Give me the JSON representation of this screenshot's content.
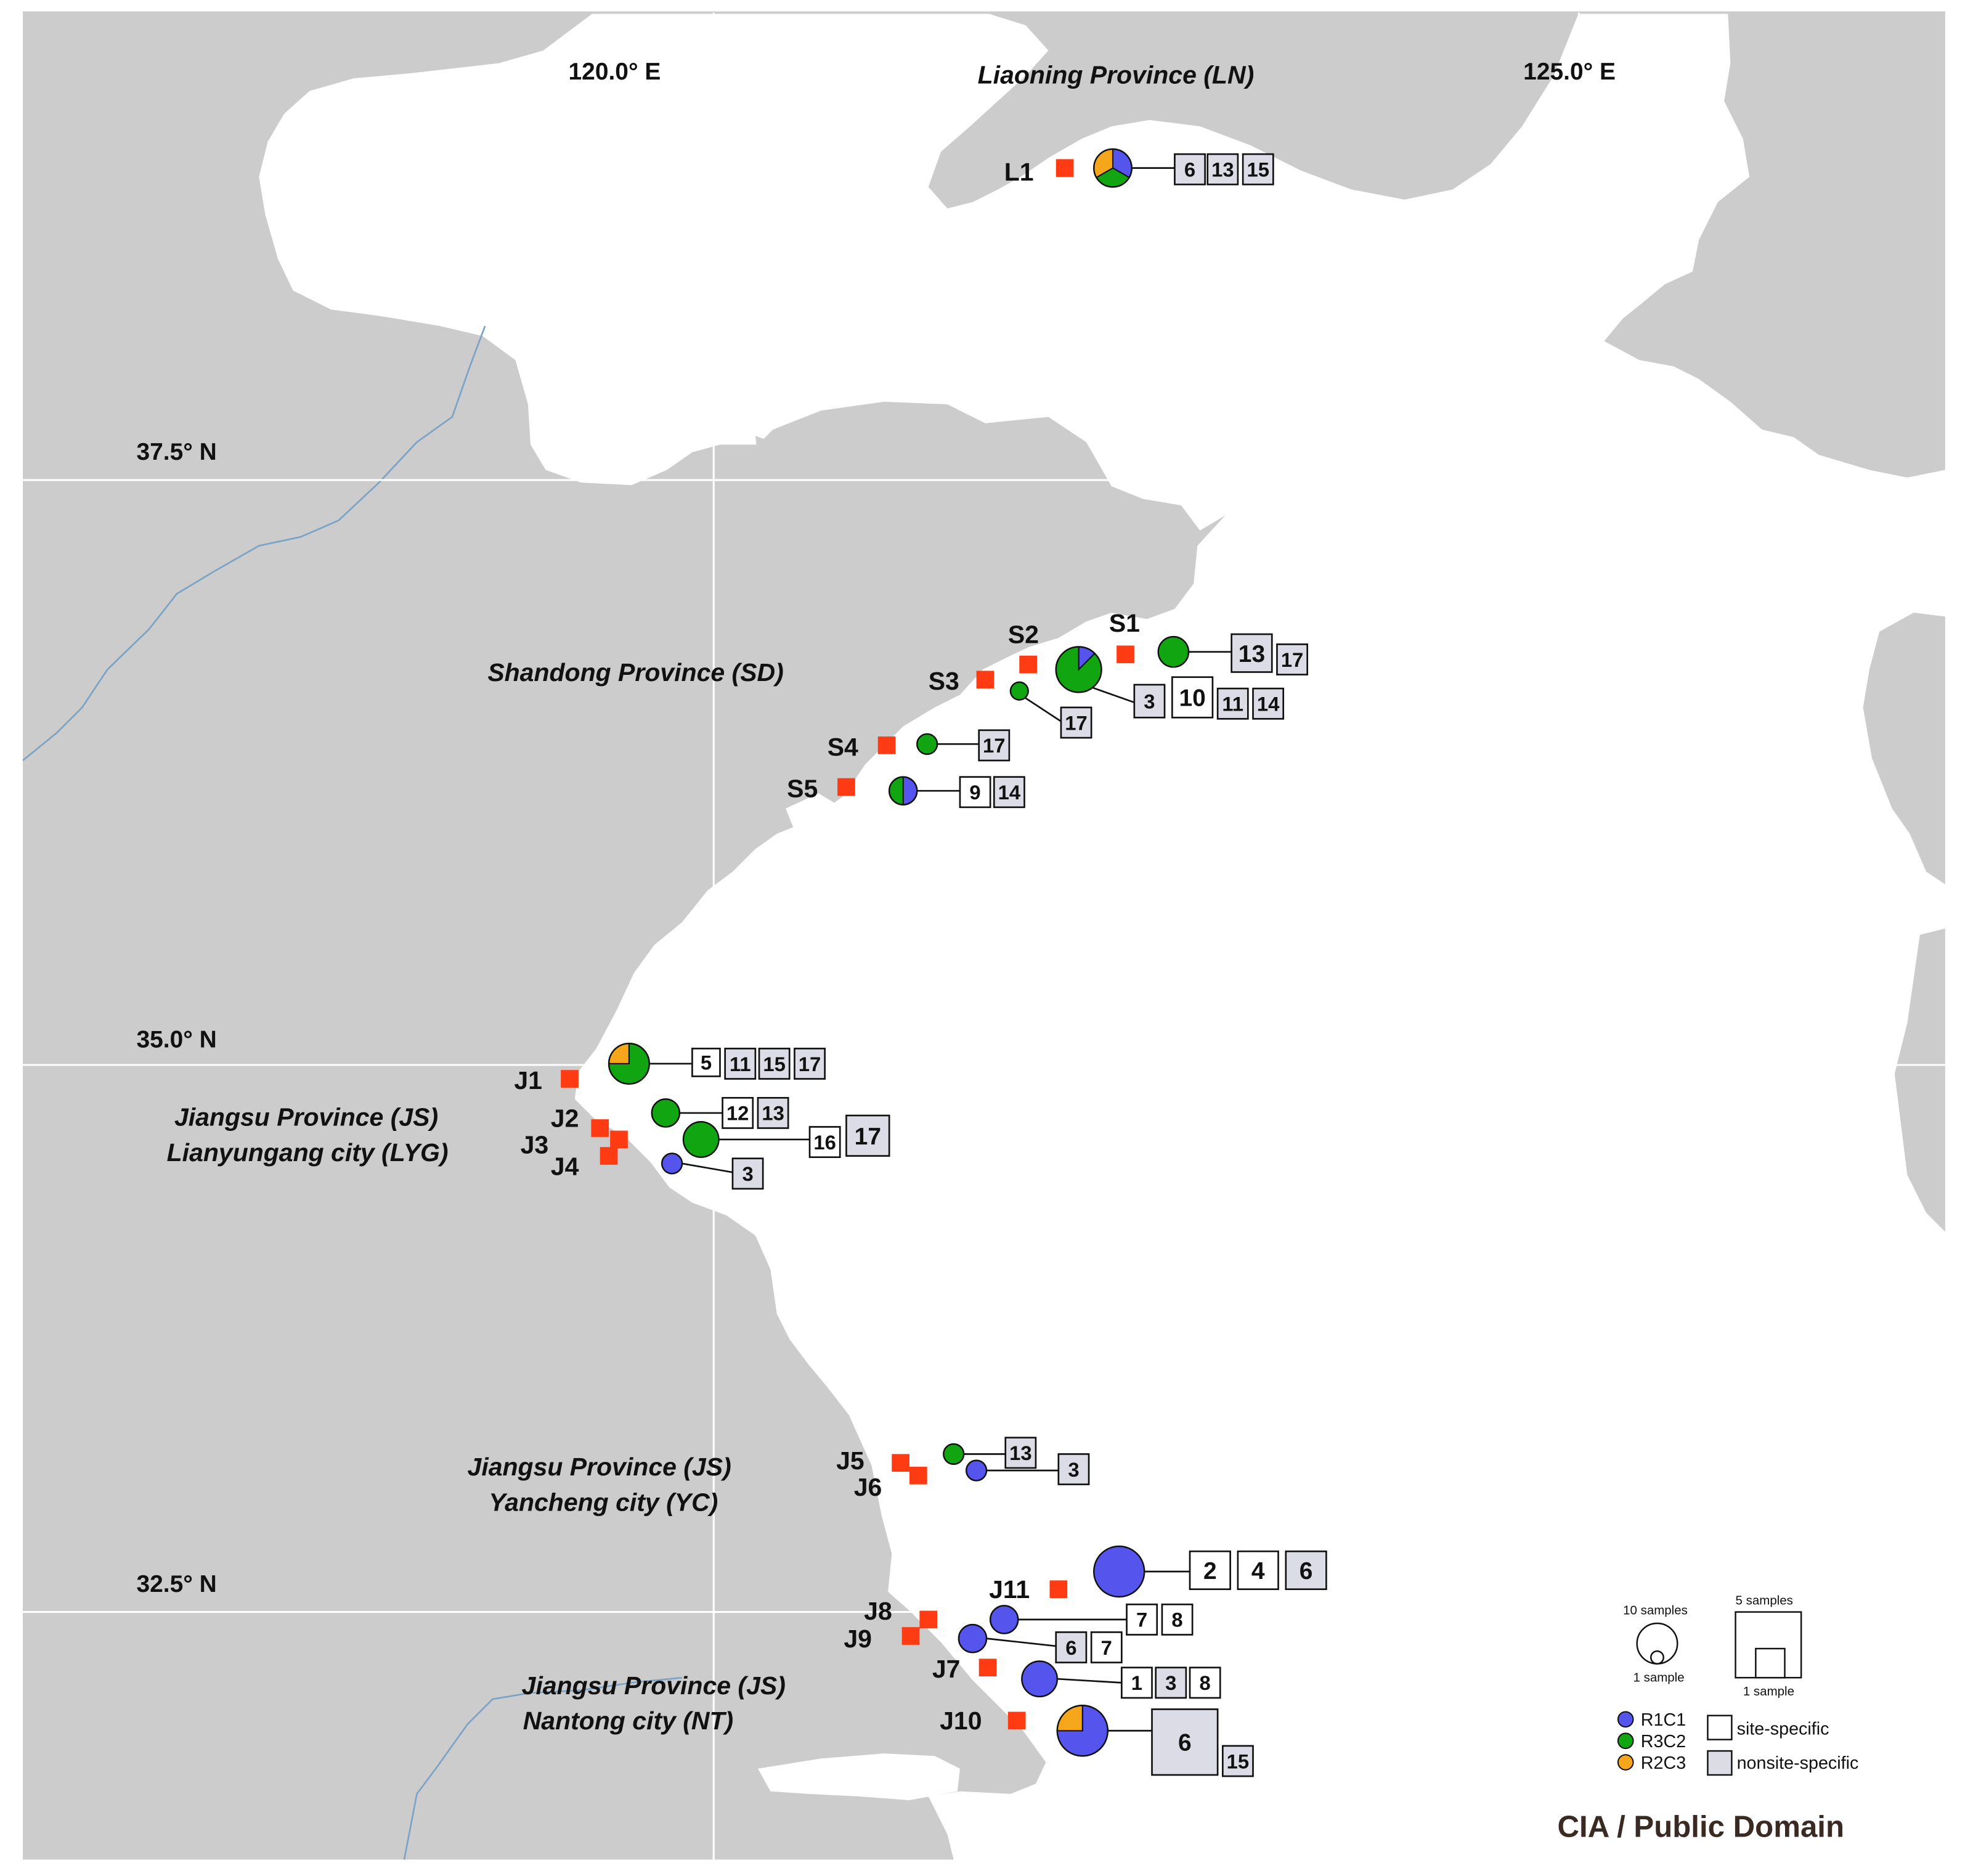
{
  "colors": {
    "land": "#cccccc",
    "sea": "#ffffff",
    "river": "#7aa3c6",
    "grid": "#ffffff",
    "site_marker": "#ff3b14",
    "R1C1": "#5555ee",
    "R3C2": "#11a611",
    "R2C3": "#f5a61a",
    "site_specific_fill": "#ffffff",
    "nonsite_specific_fill": "#dcdce6",
    "text": "#111111",
    "credit_text": "#3a2a24"
  },
  "coordinates": {
    "lon_120": "120.0° E",
    "lon_125": "125.0° E",
    "lat_375": "37.5° N",
    "lat_350": "35.0° N",
    "lat_325": "32.5° N"
  },
  "regions": {
    "liaoning": "Liaoning Province (LN)",
    "shandong": "Shandong Province (SD)",
    "jiangsu_lyg_1": "Jiangsu Province (JS)",
    "jiangsu_lyg_2": "Lianyungang city (LYG)",
    "jiangsu_yc_1": "Jiangsu Province (JS)",
    "jiangsu_yc_2": "Yancheng city (YC)",
    "jiangsu_nt_1": "Jiangsu Province (JS)",
    "jiangsu_nt_2": "Nantong city (NT)"
  },
  "sites": [
    {
      "id": "L1",
      "label": "L1",
      "composition": {
        "R1C1": 1,
        "R3C2": 1,
        "R2C3": 1
      },
      "haplotypes": [
        {
          "n": "6",
          "type": "nonsite"
        },
        {
          "n": "13",
          "type": "nonsite"
        },
        {
          "n": "15",
          "type": "nonsite"
        }
      ]
    },
    {
      "id": "S1",
      "label": "S1",
      "composition": {
        "R3C2": 1
      },
      "haplotypes": [
        {
          "n": "13",
          "type": "nonsite"
        },
        {
          "n": "17",
          "type": "nonsite"
        }
      ]
    },
    {
      "id": "S2",
      "label": "S2",
      "composition": {
        "R1C1": 1,
        "R3C2": 7
      },
      "haplotypes": [
        {
          "n": "3",
          "type": "nonsite"
        },
        {
          "n": "10",
          "type": "site"
        },
        {
          "n": "11",
          "type": "nonsite"
        },
        {
          "n": "14",
          "type": "nonsite"
        }
      ]
    },
    {
      "id": "S3",
      "label": "S3",
      "composition": {
        "R3C2": 1
      },
      "haplotypes": [
        {
          "n": "17",
          "type": "nonsite"
        }
      ]
    },
    {
      "id": "S4",
      "label": "S4",
      "composition": {
        "R3C2": 1
      },
      "haplotypes": [
        {
          "n": "17",
          "type": "nonsite"
        }
      ]
    },
    {
      "id": "S5",
      "label": "S5",
      "composition": {
        "R1C1": 1,
        "R3C2": 1
      },
      "haplotypes": [
        {
          "n": "9",
          "type": "site"
        },
        {
          "n": "14",
          "type": "nonsite"
        }
      ]
    },
    {
      "id": "J1",
      "label": "J1",
      "composition": {
        "R3C2": 3,
        "R2C3": 1
      },
      "haplotypes": [
        {
          "n": "5",
          "type": "site"
        },
        {
          "n": "11",
          "type": "nonsite"
        },
        {
          "n": "15",
          "type": "nonsite"
        },
        {
          "n": "17",
          "type": "nonsite"
        }
      ]
    },
    {
      "id": "J2",
      "label": "J2",
      "composition": {
        "R3C2": 1
      },
      "haplotypes": [
        {
          "n": "12",
          "type": "site"
        },
        {
          "n": "13",
          "type": "nonsite"
        }
      ]
    },
    {
      "id": "J3",
      "label": "J3",
      "composition": {
        "R3C2": 1
      },
      "haplotypes": [
        {
          "n": "16",
          "type": "site"
        },
        {
          "n": "17",
          "type": "nonsite"
        }
      ]
    },
    {
      "id": "J4",
      "label": "J4",
      "composition": {
        "R1C1": 1
      },
      "haplotypes": [
        {
          "n": "3",
          "type": "nonsite"
        }
      ]
    },
    {
      "id": "J5",
      "label": "J5",
      "composition": {
        "R3C2": 1
      },
      "haplotypes": [
        {
          "n": "13",
          "type": "nonsite"
        }
      ]
    },
    {
      "id": "J6",
      "label": "J6",
      "composition": {
        "R1C1": 1
      },
      "haplotypes": [
        {
          "n": "3",
          "type": "nonsite"
        }
      ]
    },
    {
      "id": "J11",
      "label": "J11",
      "composition": {
        "R1C1": 1
      },
      "haplotypes": [
        {
          "n": "2",
          "type": "site"
        },
        {
          "n": "4",
          "type": "site"
        },
        {
          "n": "6",
          "type": "nonsite"
        }
      ]
    },
    {
      "id": "J8",
      "label": "J8",
      "composition": {
        "R1C1": 1
      },
      "haplotypes": [
        {
          "n": "7",
          "type": "site"
        },
        {
          "n": "8",
          "type": "site"
        }
      ]
    },
    {
      "id": "J9",
      "label": "J9",
      "composition": {
        "R1C1": 1
      },
      "haplotypes": [
        {
          "n": "6",
          "type": "nonsite"
        },
        {
          "n": "7",
          "type": "site"
        }
      ]
    },
    {
      "id": "J7",
      "label": "J7",
      "composition": {
        "R1C1": 1
      },
      "haplotypes": [
        {
          "n": "1",
          "type": "site"
        },
        {
          "n": "3",
          "type": "nonsite"
        },
        {
          "n": "8",
          "type": "site"
        }
      ]
    },
    {
      "id": "J10",
      "label": "J10",
      "composition": {
        "R1C1": 3,
        "R2C3": 1
      },
      "haplotypes": [
        {
          "n": "6",
          "type": "nonsite"
        },
        {
          "n": "15",
          "type": "nonsite"
        }
      ]
    }
  ],
  "legend": {
    "circle_large": "10 samples",
    "circle_small": "1 sample",
    "square_large": "5 samples",
    "square_small": "1 sample",
    "items": [
      {
        "key": "R1C1",
        "label": "R1C1"
      },
      {
        "key": "R3C2",
        "label": "R3C2"
      },
      {
        "key": "R2C3",
        "label": "R2C3"
      }
    ],
    "site_specific": "site-specific",
    "nonsite_specific": "nonsite-specific"
  },
  "credit": "CIA / Public Domain"
}
